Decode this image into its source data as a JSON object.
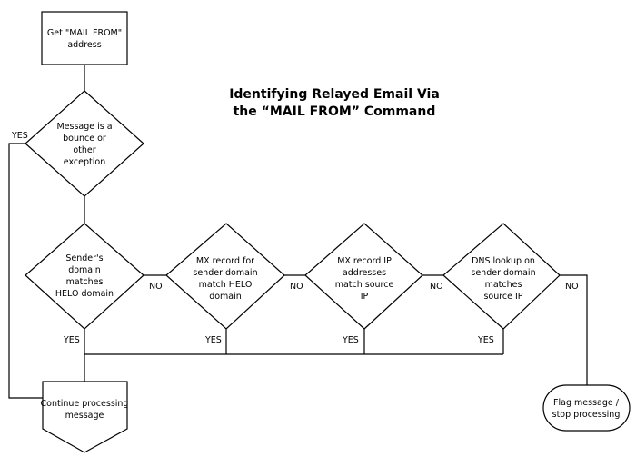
{
  "title": {
    "line1": "Identifying Relayed Email Via",
    "line2": "the “MAIL FROM” Command"
  },
  "nodes": {
    "get_mail_from": [
      "Get \"MAIL FROM\"",
      "address"
    ],
    "bounce_check": [
      "Message is a",
      "bounce or",
      "other",
      "exception"
    ],
    "helo_match": [
      "Sender's",
      "domain",
      "matches",
      "HELO domain"
    ],
    "mx_helo": [
      "MX record for",
      "sender domain",
      "match HELO",
      "domain"
    ],
    "mx_ip": [
      "MX record IP",
      "addresses",
      "match source",
      "IP"
    ],
    "dns_lookup": [
      "DNS lookup on",
      "sender domain",
      "matches",
      "source IP"
    ],
    "continue": [
      "Continue processing",
      "message"
    ],
    "flag": [
      "Flag message /",
      "stop processing"
    ]
  },
  "edge_labels": {
    "bounce_yes": "YES",
    "helo_no": "NO",
    "helo_yes": "YES",
    "mx_helo_no": "NO",
    "mx_helo_yes": "YES",
    "mx_ip_no": "NO",
    "mx_ip_yes": "YES",
    "dns_no": "NO",
    "dns_yes": "YES"
  }
}
